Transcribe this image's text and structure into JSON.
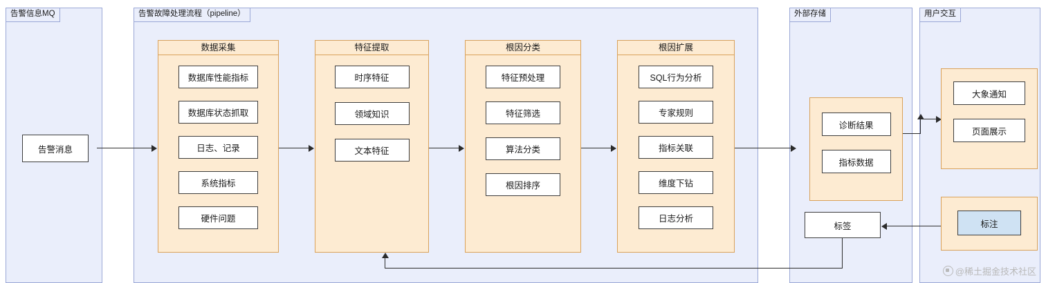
{
  "groups": {
    "mq": {
      "label": "告警信息MQ"
    },
    "pipeline": {
      "label": "告警故障处理流程（pipeline）"
    },
    "storage": {
      "label": "外部存储"
    },
    "user": {
      "label": "用户交互"
    }
  },
  "alert_node": {
    "label": "告警消息"
  },
  "stages": [
    {
      "title": "数据采集",
      "nodes": [
        "数据库性能指标",
        "数据库状态抓取",
        "日志、记录",
        "系统指标",
        "硬件问题"
      ]
    },
    {
      "title": "特征提取",
      "nodes": [
        "时序特征",
        "领域知识",
        "文本特征"
      ]
    },
    {
      "title": "根因分类",
      "nodes": [
        "特征预处理",
        "特征筛选",
        "算法分类",
        "根因排序"
      ]
    },
    {
      "title": "根因扩展",
      "nodes": [
        "SQL行为分析",
        "专家规则",
        "指标关联",
        "维度下钻",
        "日志分析"
      ]
    }
  ],
  "storage": {
    "nodes": [
      "诊断结果",
      "指标数据"
    ],
    "tag_node": "标签"
  },
  "user": {
    "nodes": [
      "大象通知",
      "页面展示"
    ],
    "annotate_node": "标注"
  },
  "watermark": {
    "text": "@稀土掘金技术社区"
  },
  "colors": {
    "group_bg": "#eaeefb",
    "group_border": "#9aa7d6",
    "stage_bg": "#fdebd2",
    "stage_border": "#d9a15a",
    "node_bg": "#ffffff",
    "node_border": "#3c3c3c",
    "node_blue_bg": "#cfe2f3",
    "arrow": "#2b2b2b"
  }
}
